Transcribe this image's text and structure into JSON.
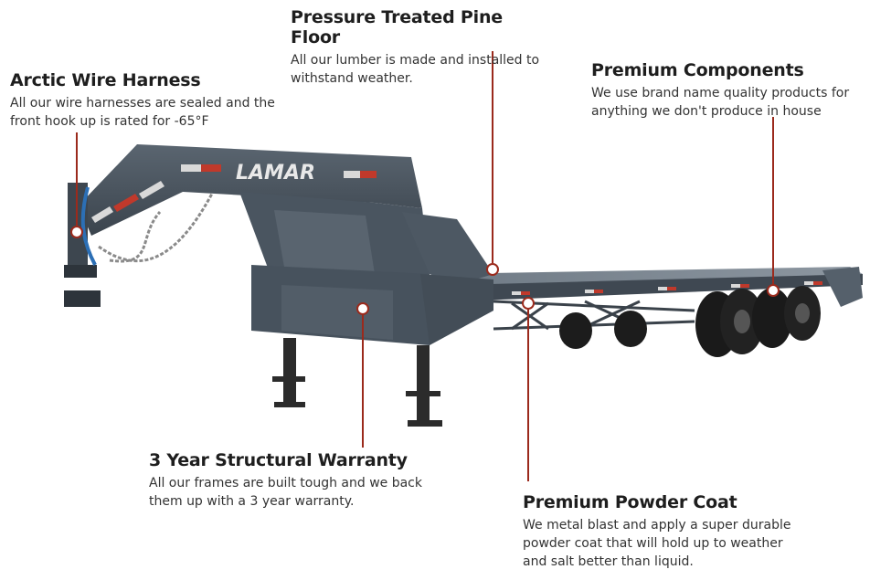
{
  "brand": {
    "logo_text": "LAMAR",
    "line_color": "#9b2a1c",
    "trailer_color": "#4a5560"
  },
  "features": {
    "floor": {
      "title": "Pressure Treated Pine Floor",
      "desc_line1": "All our lumber is made and installed to",
      "desc_line2": "withstand weather."
    },
    "harness": {
      "title": "Arctic Wire Harness",
      "desc_line1": "All our wire harnesses are sealed and the",
      "desc_line2": "front hook up is rated for -65°F"
    },
    "components": {
      "title": "Premium Components",
      "desc_line1": "We use brand name quality products for",
      "desc_line2": "anything we don't produce in house"
    },
    "warranty": {
      "title": "3 Year Structural Warranty",
      "desc_line1": "All our frames are built tough and we back",
      "desc_line2": "them up with a 3 year warranty."
    },
    "powder": {
      "title": "Premium Powder Coat",
      "desc_line1": "We metal blast and apply a super durable",
      "desc_line2": "powder coat that will hold up to weather",
      "desc_line3": "and salt better than liquid."
    }
  }
}
